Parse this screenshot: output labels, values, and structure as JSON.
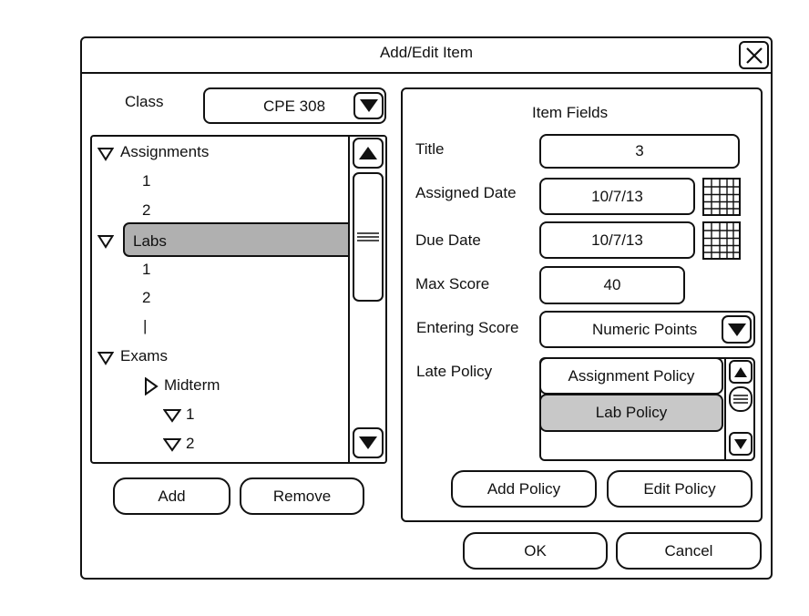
{
  "window": {
    "title": "Add/Edit Item"
  },
  "left": {
    "class_label": "Class",
    "class_value": "CPE 308",
    "tree": {
      "assignments": {
        "label": "Assignments",
        "children": [
          "1",
          "2"
        ]
      },
      "labs": {
        "label": "Labs",
        "children": [
          "1",
          "2"
        ],
        "cursor": "|"
      },
      "exams": {
        "label": "Exams",
        "midterm": {
          "label": "Midterm",
          "children": [
            "1",
            "2"
          ]
        }
      }
    },
    "add_label": "Add",
    "remove_label": "Remove"
  },
  "right": {
    "title": "Item Fields",
    "fields": {
      "title": {
        "label": "Title",
        "value": "3"
      },
      "assigned": {
        "label": "Assigned Date",
        "value": "10/7/13"
      },
      "due": {
        "label": "Due Date",
        "value": "10/7/13"
      },
      "max_score": {
        "label": "Max Score",
        "value": "40"
      },
      "entering": {
        "label": "Entering Score",
        "value": "Numeric Points"
      },
      "late": {
        "label": "Late Policy",
        "items": [
          "Assignment Policy",
          "Lab Policy"
        ],
        "selected": "Lab Policy"
      }
    },
    "add_policy_label": "Add Policy",
    "edit_policy_label": "Edit Policy"
  },
  "footer": {
    "ok_label": "OK",
    "cancel_label": "Cancel"
  },
  "colors": {
    "selected_bg": "#b0b0b0",
    "policy_selected_bg": "#c8c8c8",
    "border": "#111111"
  }
}
